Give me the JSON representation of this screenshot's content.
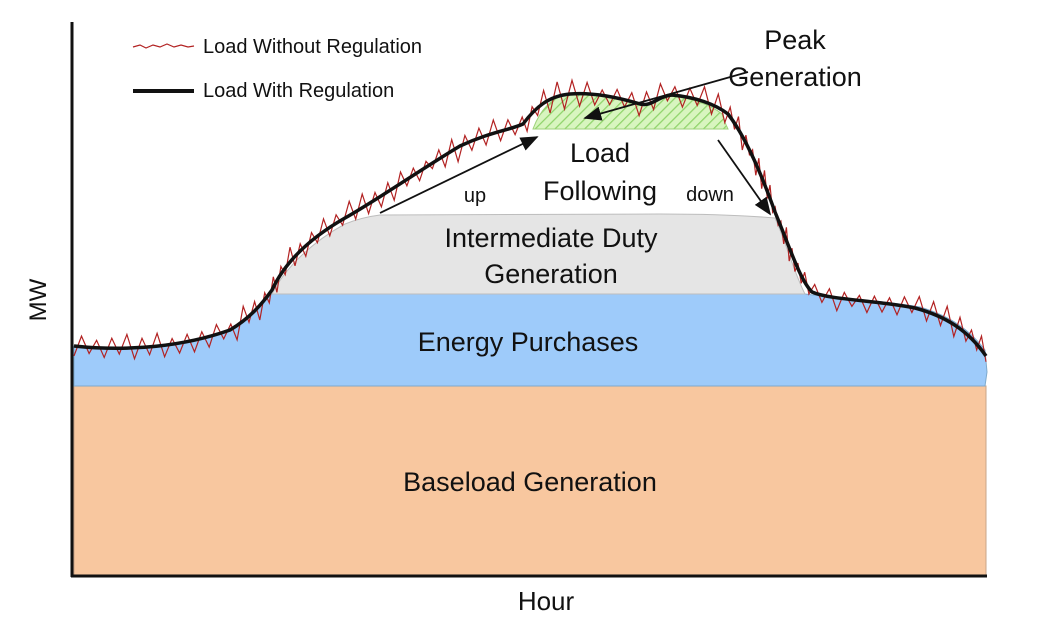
{
  "axes": {
    "y_label": "MW",
    "x_label": "Hour"
  },
  "legend": [
    {
      "label": "Load Without Regulation",
      "color": "#b22222",
      "style": "thin jagged"
    },
    {
      "label": "Load With Regulation",
      "color": "#111111",
      "style": "thick smooth"
    }
  ],
  "bands": {
    "baseload": {
      "label": "Baseload Generation",
      "color": "#f8c79f"
    },
    "purchases": {
      "label": "Energy Purchases",
      "color": "#9ecbfa"
    },
    "intermediate": {
      "label_line1": "Intermediate Duty",
      "label_line2": "Generation",
      "color": "#e5e5e5"
    },
    "peak": {
      "color": "#c8f0a8",
      "pattern": "diagonal-hatch"
    }
  },
  "annotations": {
    "peak_line1": "Peak",
    "peak_line2": "Generation",
    "load_following_line1": "Load",
    "load_following_line2": "Following",
    "up": "up",
    "down": "down"
  }
}
